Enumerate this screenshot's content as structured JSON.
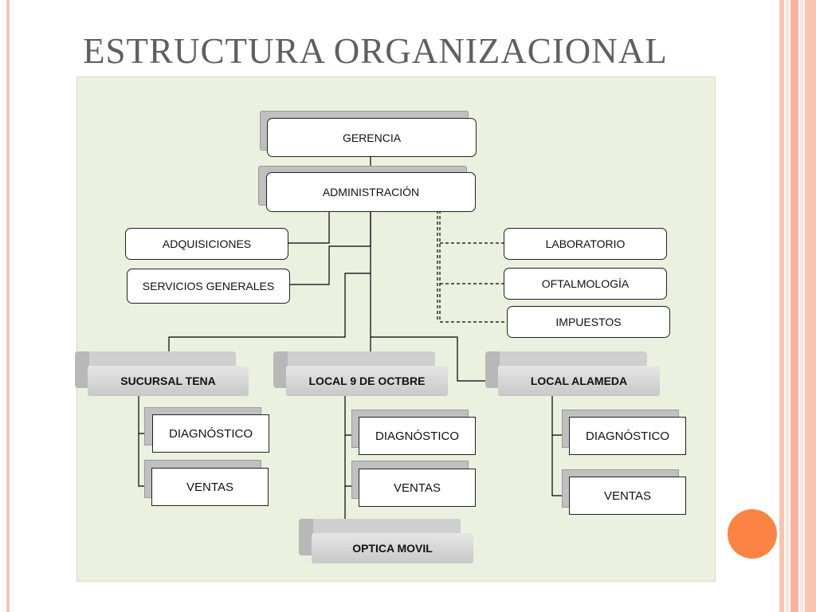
{
  "slide": {
    "title": "ESTRUCTURA ORGANIZACIONAL",
    "accent_color": "#fb8444",
    "panel_color": "#ebf1de"
  },
  "org": {
    "gerencia": "GERENCIA",
    "administracion": "ADMINISTRACIÓN",
    "adquisiciones": "ADQUISICIONES",
    "servicios_generales": "SERVICIOS GENERALES",
    "laboratorio": "LABORATORIO",
    "oftalmologia": "OFTALMOLOGÍA",
    "impuestos": "IMPUESTOS",
    "sucursal_tena": {
      "name": "SUCURSAL TENA",
      "diagnostico": "DIAGNÓSTICO",
      "ventas": "VENTAS"
    },
    "local_9_octubre": {
      "name": "LOCAL 9 DE OCTBRE",
      "diagnostico": "DIAGNÓSTICO",
      "ventas": "VENTAS"
    },
    "local_alameda": {
      "name": "LOCAL ALAMEDA",
      "diagnostico": "DIAGNÓSTICO",
      "ventas": "VENTAS"
    },
    "optica_movil": "OPTICA MOVIL"
  }
}
